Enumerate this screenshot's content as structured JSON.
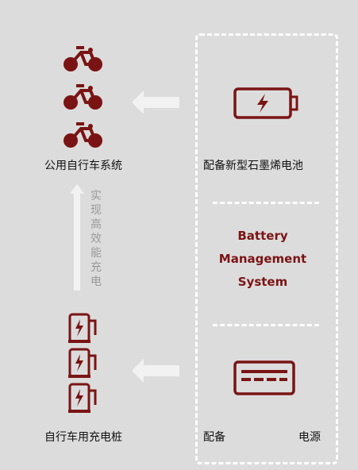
{
  "colors": {
    "accent": "#7a1414",
    "background": "#dcdcdc",
    "arrow": "#f2f2f2",
    "dash": "#ffffff"
  },
  "left": {
    "bikes_label": "公用自行车系统",
    "station_label": "自行车用充电桩",
    "vertical_text": [
      "实",
      "现",
      "高",
      "效",
      "能",
      "充",
      "电"
    ]
  },
  "right": {
    "battery_label": "配备新型石墨烯电池",
    "bms_lines": [
      "Battery",
      "Management",
      "System"
    ],
    "power_label_start": "配备",
    "power_label_end": "电源"
  },
  "icons": [
    "bicycle-icon",
    "battery-icon",
    "charging-station-icon",
    "card-icon",
    "arrow-left-icon",
    "arrow-up-icon"
  ]
}
